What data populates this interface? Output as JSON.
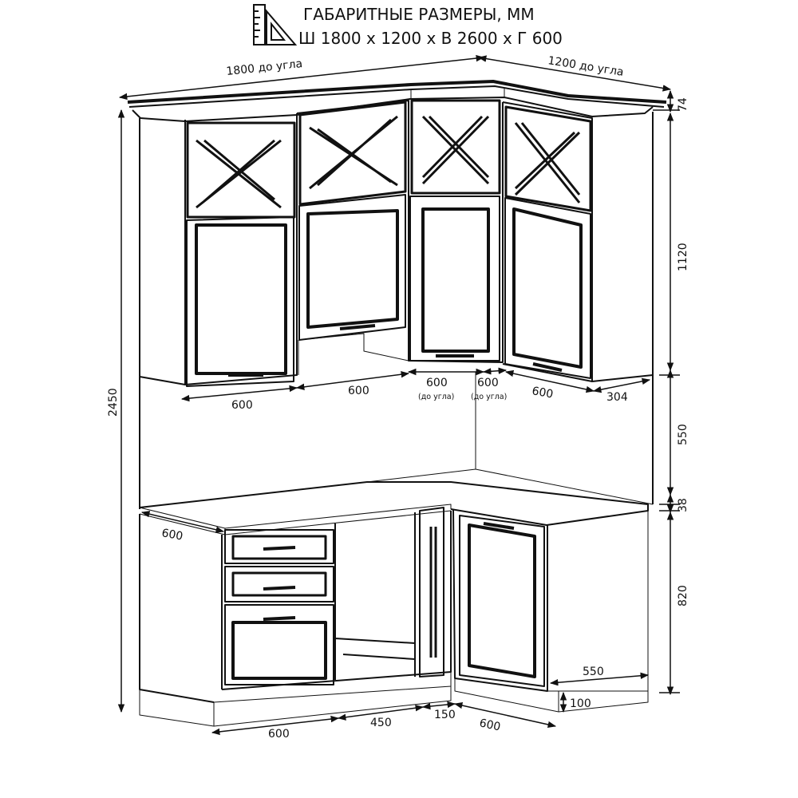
{
  "header": {
    "title": "ГАБАРИТНЫЕ РАЗМЕРЫ, ММ",
    "subtitle": "Ш 1800 х 1200 х В 2600 х Г 600",
    "icon": "ruler-triangle-icon"
  },
  "dimensions": {
    "top_left_width": "1800 до угла",
    "top_right_width": "1200 до угла",
    "cornice_height": "74",
    "total_height": "2450",
    "upper_height": "1120",
    "backsplash_height": "550",
    "worktop_thickness": "38",
    "base_height": "820",
    "plinth_height": "100",
    "base_depth_left": "600",
    "base_depth_right": "550",
    "upper_depth": "304",
    "upper_widths": [
      "600",
      "600",
      "600",
      "600",
      "600"
    ],
    "corner_note": "(до угла)",
    "base_widths": [
      "600",
      "450",
      "150",
      "600"
    ]
  }
}
